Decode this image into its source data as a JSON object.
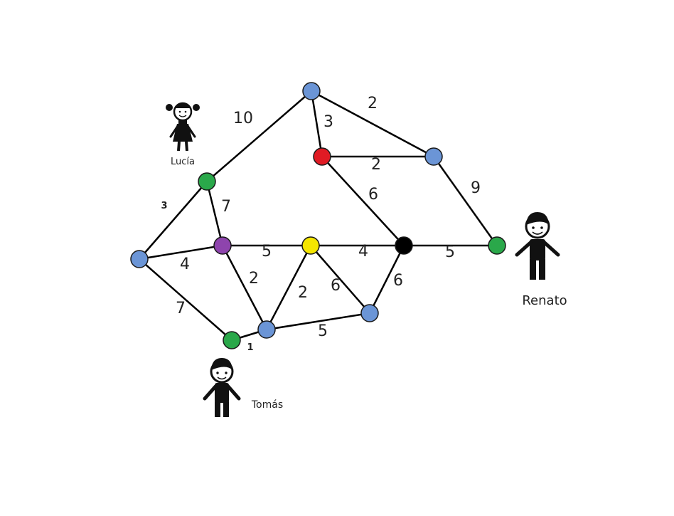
{
  "colors": {
    "blue": "#6b95d6",
    "green": "#2aa84a",
    "purple": "#8e44ad",
    "yellow": "#f5e600",
    "red": "#e01b24",
    "black": "#000000",
    "edge": "#000000"
  },
  "nodes": [
    {
      "id": "top",
      "color": "blue"
    },
    {
      "id": "right-upper",
      "color": "blue"
    },
    {
      "id": "red",
      "color": "red"
    },
    {
      "id": "lucia-green",
      "color": "green"
    },
    {
      "id": "left",
      "color": "blue"
    },
    {
      "id": "purple",
      "color": "purple"
    },
    {
      "id": "yellow",
      "color": "yellow"
    },
    {
      "id": "black",
      "color": "black"
    },
    {
      "id": "renato-green",
      "color": "green"
    },
    {
      "id": "tomas-green",
      "color": "green"
    },
    {
      "id": "bottom-mid",
      "color": "blue"
    },
    {
      "id": "bottom-right",
      "color": "blue"
    }
  ],
  "edges": [
    {
      "from": "lucia-green",
      "to": "top",
      "weight": "10"
    },
    {
      "from": "top",
      "to": "right-upper",
      "weight": "2"
    },
    {
      "from": "top",
      "to": "red",
      "weight": "3"
    },
    {
      "from": "red",
      "to": "right-upper",
      "weight": "2"
    },
    {
      "from": "red",
      "to": "black",
      "weight": "6"
    },
    {
      "from": "right-upper",
      "to": "renato-green",
      "weight": "9"
    },
    {
      "from": "left",
      "to": "lucia-green",
      "weight": "3"
    },
    {
      "from": "lucia-green",
      "to": "purple",
      "weight": "7"
    },
    {
      "from": "left",
      "to": "purple",
      "weight": "4"
    },
    {
      "from": "purple",
      "to": "yellow",
      "weight": "5"
    },
    {
      "from": "yellow",
      "to": "black",
      "weight": "4"
    },
    {
      "from": "black",
      "to": "renato-green",
      "weight": "5"
    },
    {
      "from": "left",
      "to": "tomas-green",
      "weight": "7"
    },
    {
      "from": "purple",
      "to": "bottom-mid",
      "weight": "2"
    },
    {
      "from": "bottom-mid",
      "to": "yellow",
      "weight": "2"
    },
    {
      "from": "yellow",
      "to": "bottom-right",
      "weight": "6"
    },
    {
      "from": "bottom-right",
      "to": "black",
      "weight": "6"
    },
    {
      "from": "bottom-mid",
      "to": "bottom-right",
      "weight": "5"
    },
    {
      "from": "tomas-green",
      "to": "bottom-mid",
      "weight": "1"
    }
  ],
  "people": {
    "lucia": {
      "name": "Lucía"
    },
    "renato": {
      "name": "Renato"
    },
    "tomas": {
      "name": "Tomás"
    }
  }
}
